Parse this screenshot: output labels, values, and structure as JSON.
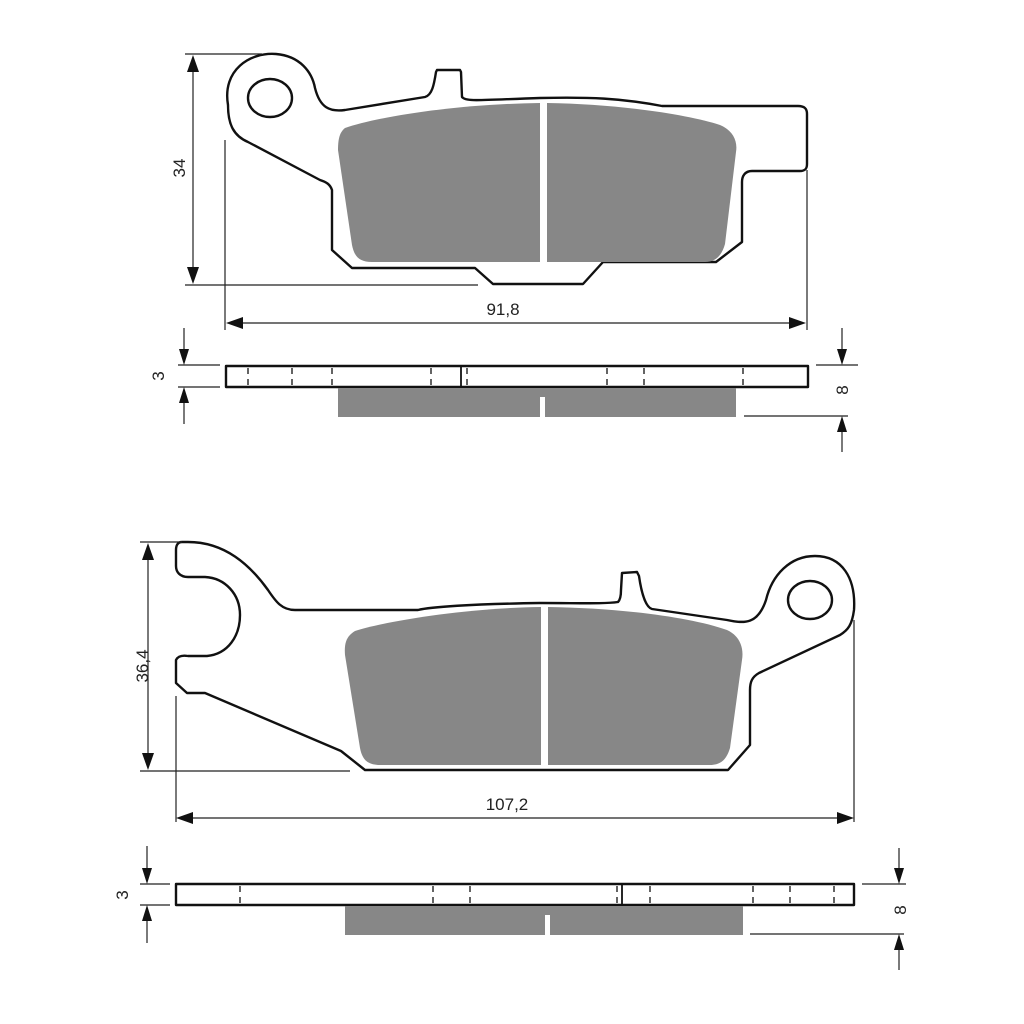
{
  "diagram": {
    "type": "brake-pad-technical-drawing",
    "colors": {
      "outline": "#111111",
      "friction_material": "#878787",
      "background": "#ffffff"
    },
    "pad_top": {
      "height_label": "34",
      "width_label": "91,8",
      "backplate_thickness_label": "3",
      "total_thickness_label": "8"
    },
    "pad_bottom": {
      "height_label": "36,4",
      "width_label": "107,2",
      "backplate_thickness_label": "3",
      "total_thickness_label": "8"
    }
  }
}
